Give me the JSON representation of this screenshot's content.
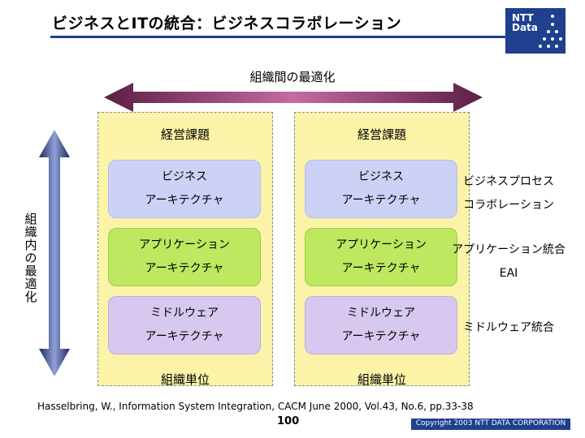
{
  "header": {
    "title": "ビジネスとITの統合：ビジネスコラボレーション",
    "logo_text": [
      "NTT",
      "Data"
    ]
  },
  "diagram": {
    "horizontal_arrow_label": "組織間の最適化",
    "vertical_arrow_label": [
      "組",
      "織",
      "内",
      "の",
      "最",
      "適",
      "化"
    ],
    "columns": [
      {
        "top": "経営課題",
        "layers": [
          [
            "ビジネス",
            "アーキテクチャ"
          ],
          [
            "アプリケーション",
            "アーキテクチャ"
          ],
          [
            "ミドルウェア",
            "アーキテクチャ"
          ]
        ],
        "bottom": "組織単位"
      },
      {
        "top": "経営課題",
        "layers": [
          [
            "ビジネス",
            "アーキテクチャ"
          ],
          [
            "アプリケーション",
            "アーキテクチャ"
          ],
          [
            "ミドルウェア",
            "アーキテクチャ"
          ]
        ],
        "bottom": "組織単位"
      }
    ],
    "right_labels": [
      [
        "ビジネスプロセス",
        "コラボレーション"
      ],
      [
        "アプリケーション統合",
        "EAI"
      ],
      [
        "ミドルウェア統合"
      ]
    ]
  },
  "footer": {
    "citation": "Hasselbring, W., Information System Integration, CACM June 2000, Vol.43, No.6, pp.33-38",
    "page_number": "100",
    "copyright": "Copyright 2003 NTT DATA CORPORATION"
  },
  "colors": {
    "header_rule": "#1f3f8f",
    "column_background": "#fbf3a8",
    "business_layer": "#ccd2f6",
    "application_layer": "#bde85f",
    "middleware_layer": "#d6c8ee",
    "horizontal_arrow": "#8b2a63",
    "vertical_arrow": "#2a3a7a"
  }
}
